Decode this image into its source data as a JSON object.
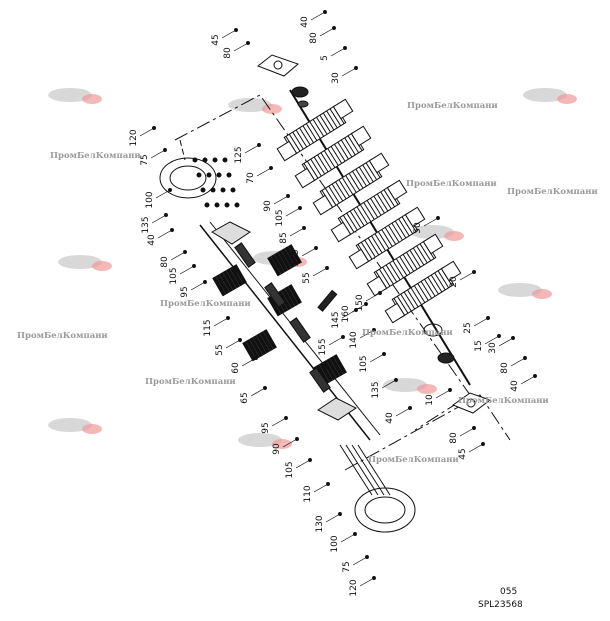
{
  "diagram": {
    "watermark_text": "ПромБелКомпани",
    "drawing_number": "055",
    "sheet_code": "SPL23568",
    "callouts": [
      "45",
      "80",
      "40",
      "80",
      "5",
      "30",
      "120",
      "75",
      "100",
      "125",
      "70",
      "135",
      "90",
      "40",
      "80",
      "105",
      "105",
      "95",
      "85",
      "115",
      "55",
      "150",
      "160",
      "145",
      "155",
      "140",
      "115",
      "55",
      "60",
      "65",
      "105",
      "135",
      "40",
      "95",
      "90",
      "105",
      "110",
      "130",
      "100",
      "75",
      "120",
      "50",
      "20",
      "25",
      "15",
      "30",
      "80",
      "40",
      "10",
      "80",
      "45"
    ]
  }
}
